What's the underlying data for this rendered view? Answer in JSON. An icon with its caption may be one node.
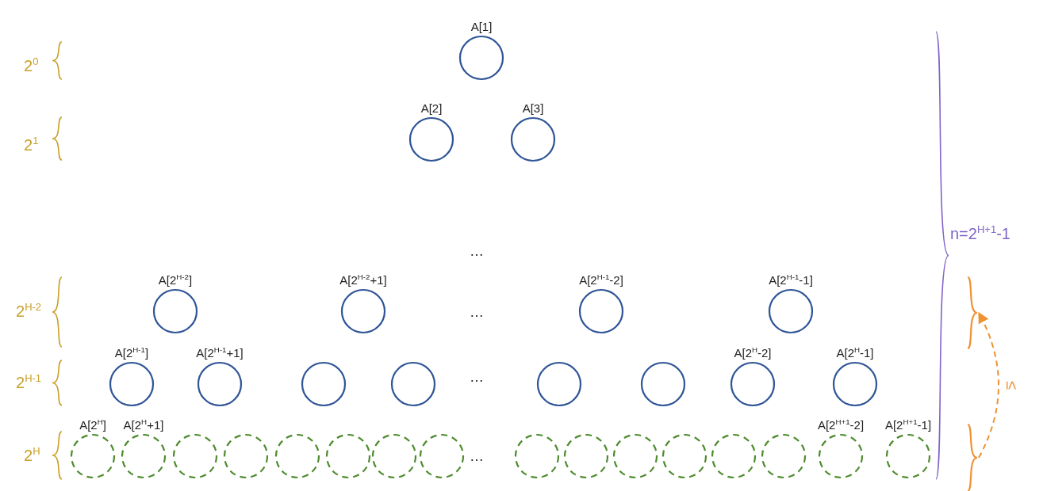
{
  "diagram": {
    "nodes": [
      {
        "text": [],
        "shape": "circle",
        "beside": [
          "A[1]"
        ]
      },
      {
        "text": [],
        "shape": "circle",
        "beside": [
          "A[2]"
        ]
      },
      {
        "text": [],
        "shape": "circle",
        "beside": [
          "A[3]"
        ]
      },
      {
        "text": [],
        "shape": "circle",
        "beside": [
          "A[2$^{H-2}$]"
        ]
      },
      {
        "text": [],
        "shape": "circle",
        "beside": [
          "A[2$^{H-2}$+1]"
        ]
      },
      {
        "text": [],
        "shape": "circle",
        "beside": [
          "A[2$^{H-1}$-2]"
        ]
      },
      {
        "text": [],
        "shape": "circle",
        "beside": [
          "A[2$^{H-1}$-1]"
        ]
      },
      {
        "text": [],
        "shape": "circle",
        "beside": [
          "A[2$^{H-1}$]"
        ]
      },
      {
        "text": [],
        "shape": "circle",
        "beside": [
          "A[2$^{H-1}$+1]"
        ]
      },
      {
        "text": [],
        "shape": "circle"
      },
      {
        "text": [],
        "shape": "circle"
      },
      {
        "text": [],
        "shape": "circle"
      },
      {
        "text": [],
        "shape": "circle"
      },
      {
        "text": [],
        "shape": "circle",
        "beside": [
          "A[2$^{H}$-2]"
        ]
      },
      {
        "text": [],
        "shape": "circle",
        "beside": [
          "A[2$^{H}$-1]"
        ]
      },
      {
        "text": [],
        "shape": "circle",
        "beside": [
          "A[2$^{H}$]"
        ]
      },
      {
        "text": [],
        "shape": "circle",
        "beside": [
          "A[2$^{H}$+1]"
        ]
      },
      {
        "text": [],
        "shape": "circle"
      },
      {
        "text": [],
        "shape": "circle"
      },
      {
        "text": [],
        "shape": "circle"
      },
      {
        "text": [],
        "shape": "circle"
      },
      {
        "text": [],
        "shape": "circle"
      },
      {
        "text": [],
        "shape": "circle"
      },
      {
        "text": [],
        "shape": "circle"
      },
      {
        "text": [],
        "shape": "circle"
      },
      {
        "text": [],
        "shape": "circle"
      },
      {
        "text": [],
        "shape": "circle"
      },
      {
        "text": [],
        "shape": "circle"
      },
      {
        "text": [],
        "shape": "circle"
      },
      {
        "text": [],
        "shape": "circle",
        "beside": [
          "A[2$^{H+1}$-2]"
        ]
      },
      {
        "text": [],
        "shape": "circle",
        "beside": [
          "A[2$^{H+1}$-1]"
        ]
      },
      {
        "text": [],
        "shape": "brace"
      },
      {
        "text": [],
        "shape": "brace"
      }
    ],
    "edges": [
      {
        "from": 32,
        "to": 31,
        "arrow": "to",
        "label": "≤",
        "style": "dashed",
        "color": "#ee9233"
      }
    ],
    "labels": [
      "2$^{0}$",
      "2$^{1}$",
      "n=2$^{H+1}$-1",
      "…",
      "2$^{H-2}$",
      "…",
      "2$^{H-1}$",
      "…",
      "2$^{H}$",
      "…"
    ]
  }
}
